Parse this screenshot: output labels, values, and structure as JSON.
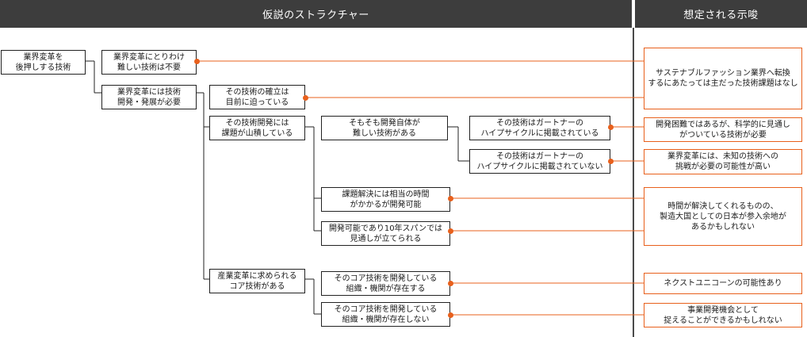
{
  "header": {
    "left_title": "仮説のストラクチャー",
    "right_title": "想定される示唆"
  },
  "colors": {
    "header_bg": "#3d3d3d",
    "accent": "#e8601c",
    "line": "#222222"
  },
  "nodes": {
    "root": "業界変革を\n後押しする技術",
    "n_not_needed": "業界変革にとりわけ\n難しい技術は不要",
    "n_needed": "業界変革には技術\n開発・発展が必要",
    "n_near": "その技術の確立は\n目前に迫っている",
    "n_piled": "その技術開発には\n課題が山積している",
    "n_difficult": "そもそも開発自体が\n難しい技術がある",
    "n_hype_yes": "その技術はガートナーの\nハイプサイクルに掲載されている",
    "n_hype_no": "その技術はガートナーの\nハイプサイクルに掲載されていない",
    "n_time": "課題解決には相当の時間\nがかかるが開発可能",
    "n_10yr": "開発可能であり10年スパンでは\n見通しが立てられる",
    "n_core": "産業変革に求められる\nコア技術がある",
    "n_core_exists": "そのコア技術を開発している\n組織・機関が存在する",
    "n_core_none": "そのコア技術を開発している\n組織・機関が存在しない"
  },
  "implications": {
    "i1": "サステナブルファッション業界へ転換\nするにあたっては主だった技術課題はなし",
    "i2": "開発困難ではあるが、科学的に見通し\nがついている技術が必要",
    "i3": "業界変革には、未知の技術への\n挑戦が必要の可能性が高い",
    "i4": "時間が解決してくれるものの、\n製造大国としての日本が参入余地が\nあるかもしれない",
    "i5": "ネクストユニコーンの可能性あり",
    "i6": "事業開発機会として\n捉えることができるかもしれない"
  }
}
